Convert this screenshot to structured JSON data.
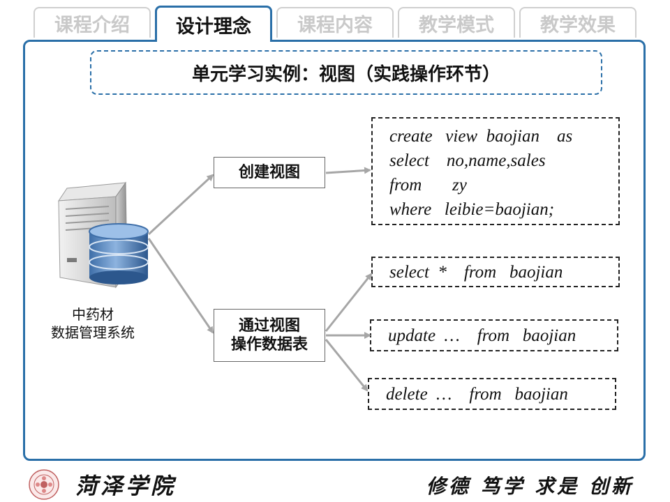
{
  "tabs": [
    {
      "label": "课程介绍"
    },
    {
      "label": "设计理念"
    },
    {
      "label": "课程内容"
    },
    {
      "label": "教学模式"
    },
    {
      "label": "教学效果"
    }
  ],
  "title": "单元学习实例：视图（实践操作环节）",
  "system_label": {
    "line1": "中药材",
    "line2": "数据管理系统"
  },
  "actions": {
    "create": "创建视图",
    "operate_line1": "通过视图",
    "operate_line2": "操作数据表"
  },
  "code": {
    "create_view": [
      "create   view  baojian    as",
      "select    no,name,sales",
      "from       zy",
      "where   leibie=baojian;"
    ],
    "select": "select  *    from   baojian",
    "update": "update  …    from   baojian",
    "delete": "delete  …    from   baojian"
  },
  "footer": {
    "school": "菏泽学院",
    "motto": "修德 笃学 求是 创新"
  },
  "colors": {
    "accent": "#2a6fa8",
    "arrow": "#a6a6a6",
    "inactive_tab_text": "#c9c9c9"
  }
}
